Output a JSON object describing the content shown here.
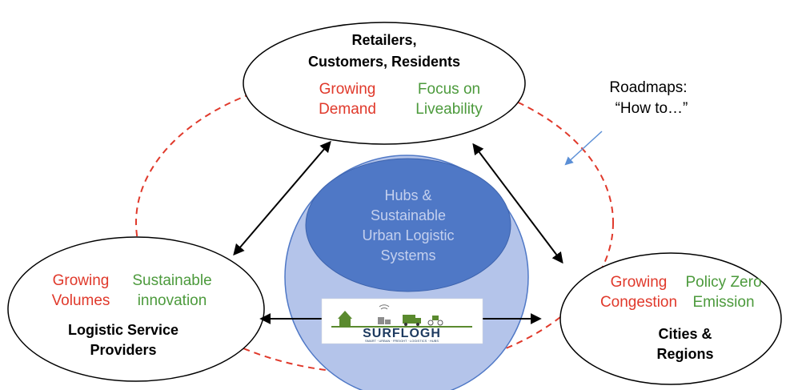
{
  "colors": {
    "red": "#e0392b",
    "green": "#4c9a3c",
    "sphere": "#b4c4ea",
    "hub": "#4f78c6",
    "hub_text": "#c4d0ee",
    "note_arrow": "#5b8fd6"
  },
  "retailers": {
    "title_line1": "Retailers,",
    "title_line2": "Customers, Residents",
    "red_line1": "Growing",
    "red_line2": "Demand",
    "green_line1": "Focus on",
    "green_line2": "Liveability"
  },
  "providers": {
    "title_line1": "Logistic Service",
    "title_line2": "Providers",
    "red_line1": "Growing",
    "red_line2": "Volumes",
    "green_line1": "Sustainable",
    "green_line2": "innovation"
  },
  "cities": {
    "title_line1": "Cities &",
    "title_line2": "Regions",
    "red_line1": "Growing",
    "red_line2": "Congestion",
    "green_line1": "Policy Zero",
    "green_line2": "Emission"
  },
  "hub": {
    "line1": "Hubs &",
    "line2": "Sustainable",
    "line3": "Urban Logistic",
    "line4": "Systems"
  },
  "roadmap": {
    "line1": "Roadmaps:",
    "line2": "“How to…”"
  },
  "logo": {
    "name": "SURFLOGH",
    "tagline": "SMART · URBAN · FREIGHT · LOGISTICS · HUBS"
  },
  "icons": [
    "double-arrow-icon",
    "surflogh-logo"
  ]
}
